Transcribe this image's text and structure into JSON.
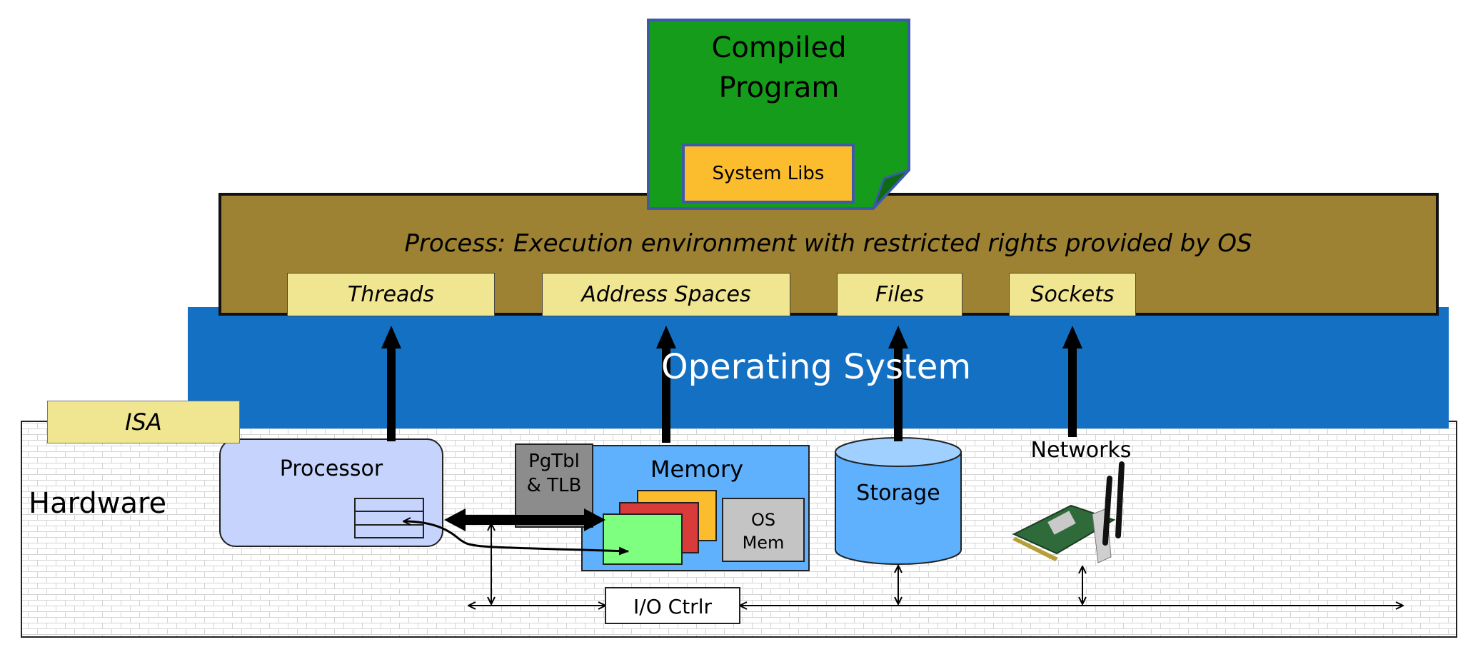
{
  "compiled_program": {
    "title_line1": "Compiled",
    "title_line2": "Program",
    "system_libs": "System Libs"
  },
  "process": {
    "caption": "Process: Execution environment with restricted rights provided by OS",
    "abstractions": [
      {
        "label": "Threads"
      },
      {
        "label": "Address Spaces"
      },
      {
        "label": "Files"
      },
      {
        "label": "Sockets"
      }
    ]
  },
  "operating_system": {
    "label": "Operating System"
  },
  "isa": {
    "label": "ISA"
  },
  "hardware": {
    "label": "Hardware",
    "processor": "Processor",
    "pgtbl_line1": "PgTbl",
    "pgtbl_line2": "& TLB",
    "memory": "Memory",
    "os_mem_line1": "OS",
    "os_mem_line2": "Mem",
    "storage": "Storage",
    "networks": "Networks",
    "io_ctrl": "I/O Ctrlr"
  },
  "colors": {
    "program_green": "#169c1b",
    "system_libs_orange": "#fbbc2d",
    "process_brown": "#9c8232",
    "abstraction_yellow": "#f0e591",
    "os_blue": "#1470c2",
    "memory_blue": "#5fb0fd",
    "processor_lavender": "#c6d4fd",
    "pgtbl_gray": "#8c8c8c"
  }
}
